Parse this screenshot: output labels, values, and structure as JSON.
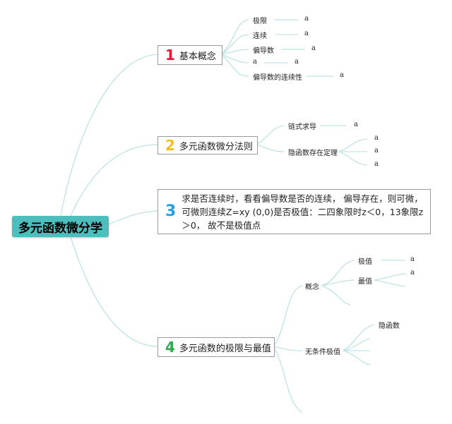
{
  "root": {
    "label": "多元函数微分学"
  },
  "branches": [
    {
      "num": "1",
      "label": "基本概念",
      "color": "#e8173a"
    },
    {
      "num": "2",
      "label": "多元函数微分法则",
      "color": "#f2c01e"
    },
    {
      "num": "3",
      "label": "求是否连续时，看看偏导数是否的连续， 偏导存在，则可微，可微则连续Z=xy (0,0)是否极值：二四象限时z＜0，13象限z＞0， 故不是极值点",
      "color": "#2a9ee0"
    },
    {
      "num": "4",
      "label": "多元函数的极限与最值",
      "color": "#2fa84f"
    }
  ],
  "b1_children": [
    {
      "label": "极限",
      "value": "a"
    },
    {
      "label": "连续",
      "value": "a"
    },
    {
      "label": "偏导数",
      "value": "a"
    },
    {
      "label": "a",
      "value": "a"
    },
    {
      "label": "偏导数的连续性",
      "value": "a"
    }
  ],
  "b2_children": [
    {
      "label": "链式求导",
      "values": [
        "a"
      ]
    },
    {
      "label": "隐函数存在定理",
      "values": [
        "a",
        "a",
        "a"
      ]
    }
  ],
  "b4_children": [
    {
      "label": "概念",
      "children": [
        {
          "label": "极值",
          "value": "a"
        },
        {
          "label": "最值",
          "value": "a"
        }
      ]
    },
    {
      "label": "无条件极值",
      "children": [
        {
          "label": "隐函数"
        }
      ]
    }
  ],
  "colors": {
    "root_fill": "#4dbdbd",
    "link": "#bfe3e3"
  }
}
